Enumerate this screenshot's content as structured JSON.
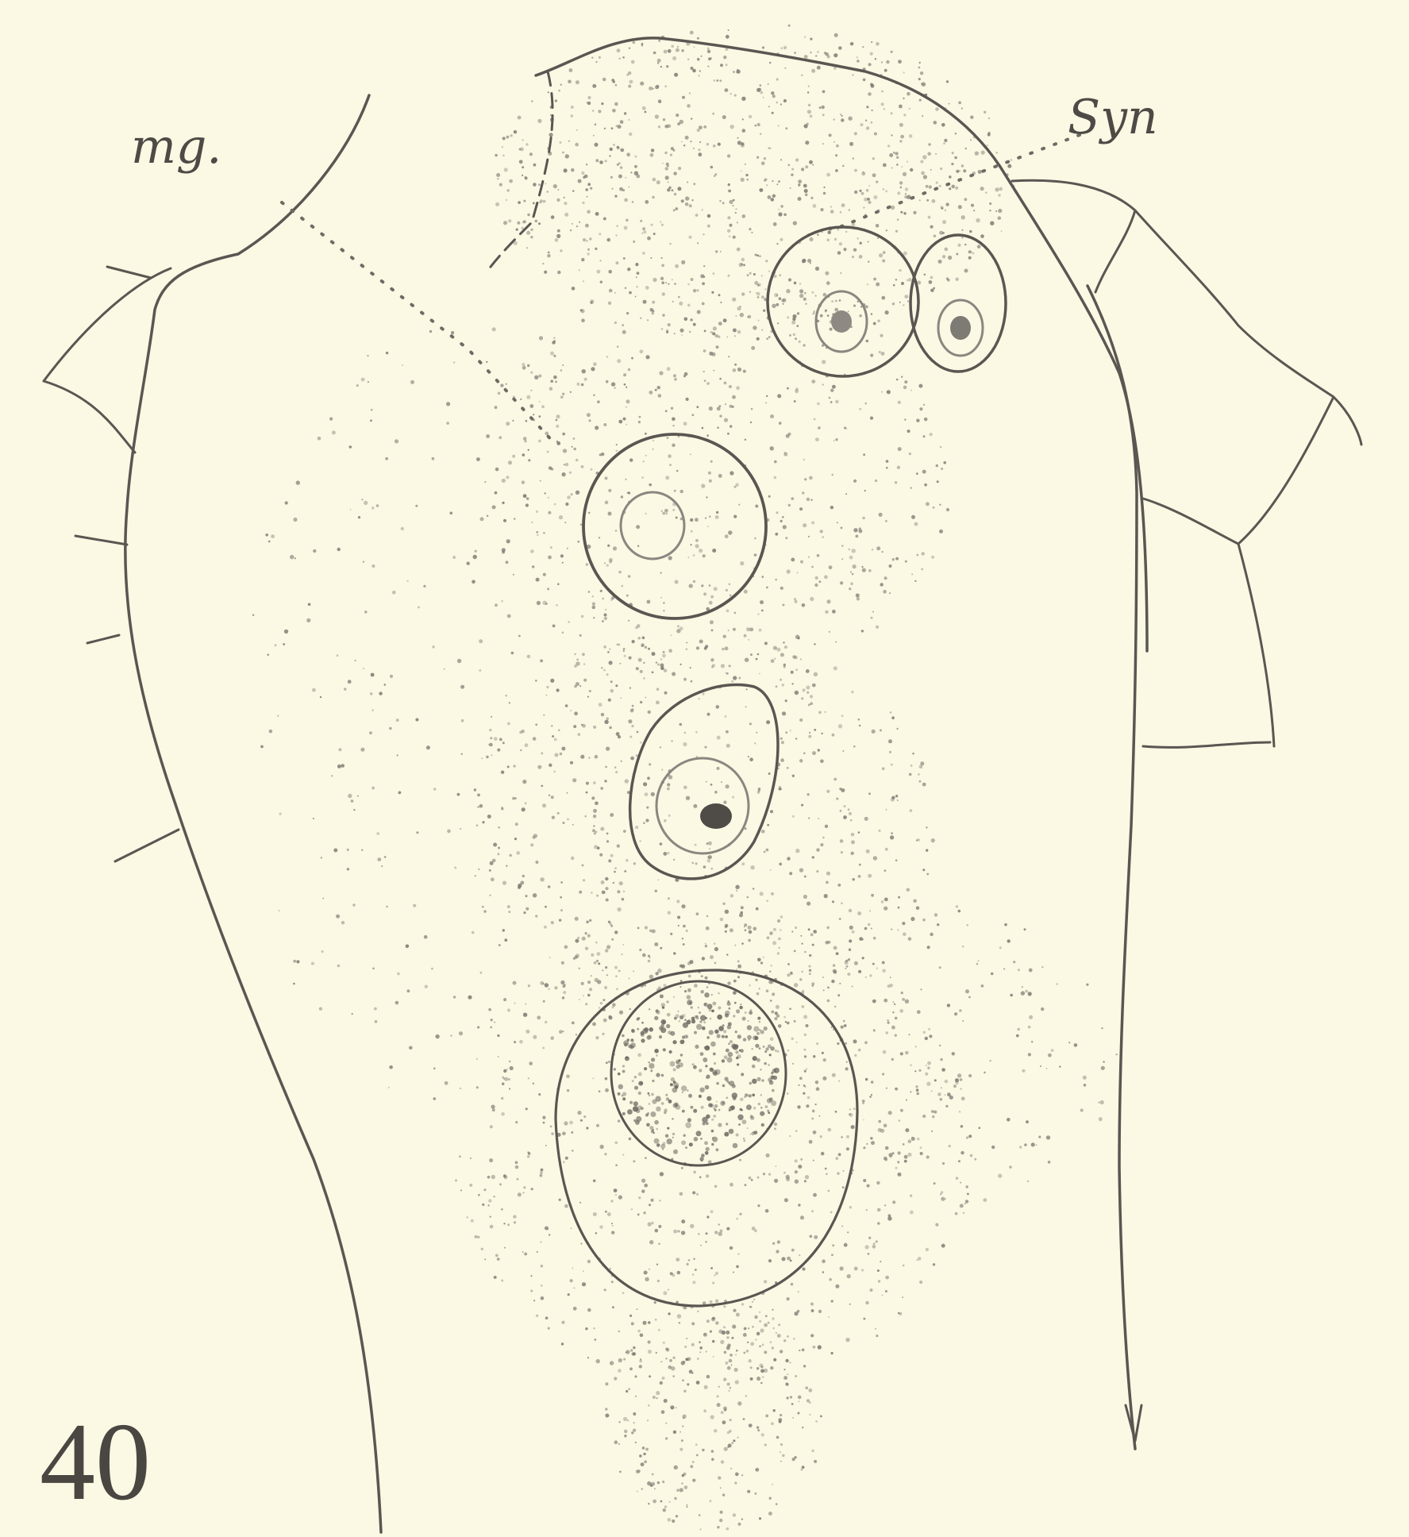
{
  "figure": {
    "number": "40",
    "labels": {
      "mg": "mg.",
      "syn": "Syn"
    },
    "colors": {
      "paper": "#fbf8e3",
      "ink": "#5a5652",
      "stipple": "#7a766f"
    }
  }
}
